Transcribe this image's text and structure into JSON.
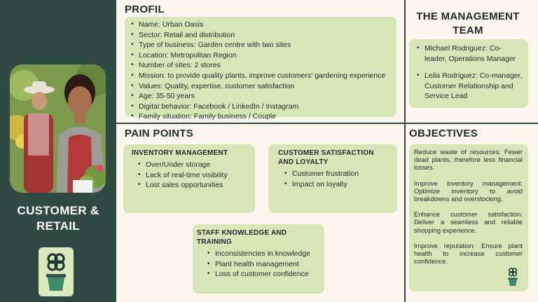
{
  "sidebar": {
    "title_line1": "CUSTOMER &",
    "title_line2": "RETAIL"
  },
  "profil": {
    "title": "PROFIL",
    "items": [
      "Name: Urban Oasis",
      "Sector: Retail and distribution",
      "Type of business: Garden centre with two sites",
      "Location: Metropolitan Region",
      "Number of sites: 2 stores",
      "Mission: to provide quality plants, improve customers' gardening experience",
      "Values: Quality, expertise, customer satisfaction",
      "Age: 35-50 years",
      "Digital behavior: Facebook / LinkedIn / Instagram",
      "Family situation: Family business / Couple"
    ]
  },
  "management": {
    "title_line1": "THE MANAGEMENT",
    "title_line2": "TEAM",
    "members": [
      "Michael Rodriguez: Co-leader, Operations Manager",
      "Leila Rodriguez: Co-manager, Customer Relationship and Service Lead"
    ]
  },
  "pain_points": {
    "title": "PAIN POINTS",
    "cards": [
      {
        "title": "INVENTORY MANAGEMENT",
        "items": [
          "Over/Under storage",
          "Lack of real-time visibility",
          "Lost sales opportunities"
        ]
      },
      {
        "title": "CUSTOMER SATISFACTION AND LOYALTY",
        "items": [
          "Customer frustration",
          "Impact on loyalty"
        ]
      },
      {
        "title": "STAFF KNOWLEDGE AND TRAINING",
        "items": [
          "Inconsistencies in knowledge",
          "Plant health management",
          "Loss of customer confidence"
        ]
      }
    ]
  },
  "objectives": {
    "title": "OBJECTIVES",
    "items": [
      "Reduce waste of resources: Fewer dead plants, therefore less financial losses.",
      "Improve inventory management: Optimize inventory to avoid breakdowns and overstocking.",
      "Enhance customer satisfaction: Deliver a seamless and reliable shopping experience.",
      "Improve reputation: Ensure plant health to increase customer confidence."
    ]
  },
  "colors": {
    "sidebar": "#2e4a43",
    "card": "#d7e6b7",
    "background": "#fcf7ee",
    "logo_box": "#dce9bd"
  },
  "icons": [
    "plant-pot-logo-icon"
  ]
}
